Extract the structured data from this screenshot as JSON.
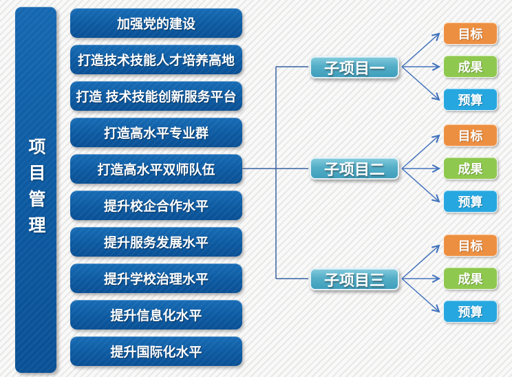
{
  "diagram": {
    "root": {
      "label": "项目管理"
    },
    "tasks": [
      "加强党的建设",
      "打造技术技能人才培养高地",
      "打造 技术技能创新服务平台",
      "打造高水平专业群",
      "打造高水平双师队伍",
      "提升校企合作水平",
      "提升服务发展水平",
      "提升学校治理水平",
      "提升信息化水平",
      "提升国际化水平"
    ],
    "subprojects": [
      {
        "label": "子项目一",
        "children": [
          {
            "label": "目标",
            "color": "#ED8F41"
          },
          {
            "label": "成果",
            "color": "#8FC84F"
          },
          {
            "label": "预算",
            "color": "#27A7E0"
          }
        ]
      },
      {
        "label": "子项目二",
        "children": [
          {
            "label": "目标",
            "color": "#ED8F41"
          },
          {
            "label": "成果",
            "color": "#8FC84F"
          },
          {
            "label": "预算",
            "color": "#27A7E0"
          }
        ]
      },
      {
        "label": "子项目三",
        "children": [
          {
            "label": "目标",
            "color": "#ED8F41"
          },
          {
            "label": "成果",
            "color": "#8FC84F"
          },
          {
            "label": "预算",
            "color": "#27A7E0"
          }
        ]
      }
    ],
    "colors": {
      "task_box_blue": "#0D5AA1",
      "subproject_teal": "#4BA9C4",
      "goal_orange": "#ED8F41",
      "result_green": "#8FC84F",
      "budget_blue": "#27A7E0",
      "connector_line": "#35619F",
      "arrow_line": "#4273BC"
    }
  }
}
